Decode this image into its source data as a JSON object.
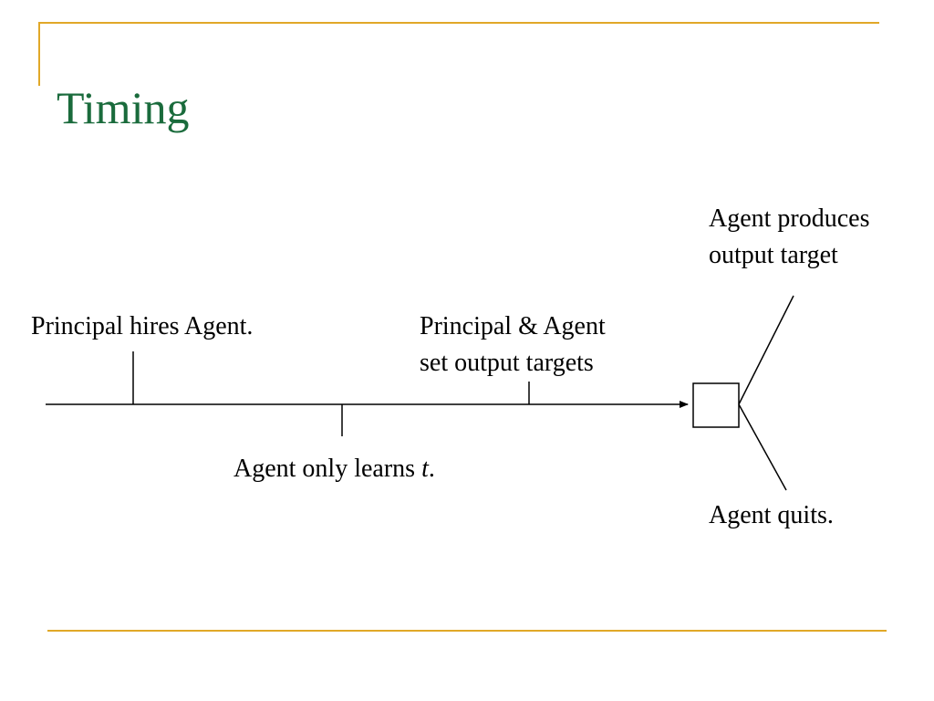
{
  "slide": {
    "title": "Timing"
  },
  "diagram": {
    "events": {
      "hire": "Principal hires Agent.",
      "learn_prefix": "Agent only learns ",
      "learn_var": "t",
      "learn_suffix": ".",
      "targets_line1": "Principal & Agent",
      "targets_line2": "set output targets"
    },
    "outcomes": {
      "produce_line1": "Agent produces",
      "produce_line2": "output target",
      "quit": "Agent quits."
    }
  },
  "colors": {
    "title": "#1a6b3c",
    "accent_rule": "#e1a828",
    "ink": "#000000"
  }
}
